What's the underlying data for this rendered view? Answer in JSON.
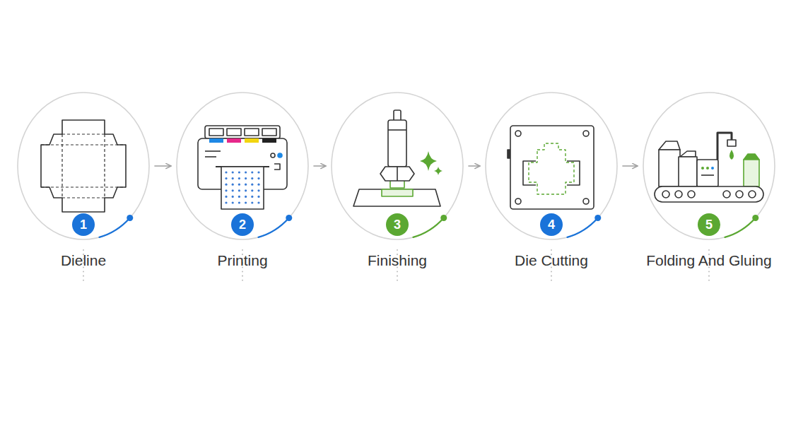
{
  "diagram": {
    "nodes": [
      {
        "text": [
          "1",
          "Dieline"
        ]
      },
      {
        "text": [
          "2",
          "Printing"
        ]
      },
      {
        "text": [
          "3",
          "Finishing"
        ]
      },
      {
        "text": [
          "4",
          "Die Cutting"
        ]
      },
      {
        "text": [
          "5",
          "Folding And Gluing"
        ]
      }
    ],
    "edges": [
      {
        "from": 0,
        "to": 1,
        "arrow": "to"
      },
      {
        "from": 1,
        "to": 2,
        "arrow": "to"
      },
      {
        "from": 2,
        "to": 3,
        "arrow": "to"
      },
      {
        "from": 3,
        "to": 4,
        "arrow": "to"
      }
    ]
  }
}
